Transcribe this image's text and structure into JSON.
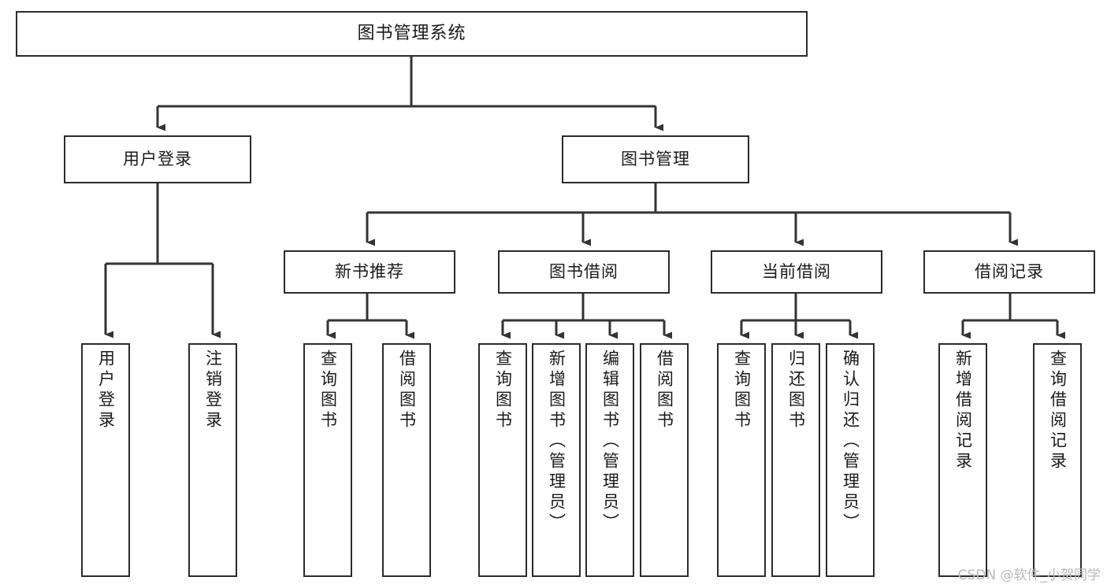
{
  "diagram": {
    "title": "图书管理系统",
    "type": "tree",
    "watermark": "CSDN @软件_小贺同学",
    "colors": {
      "box_border": "#2b2b2b",
      "box_fill": "#ffffff",
      "connector": "#333333",
      "text": "#1a1a1a",
      "watermark": "#b9b9b9",
      "background": "#ffffff"
    },
    "levels": {
      "root": {
        "label": "图书管理系统"
      },
      "level2": [
        {
          "label": "用户登录"
        },
        {
          "label": "图书管理"
        }
      ],
      "level3": [
        {
          "label": "新书推荐"
        },
        {
          "label": "图书借阅"
        },
        {
          "label": "当前借阅"
        },
        {
          "label": "借阅记录"
        }
      ],
      "leaves_user_login": [
        {
          "label": "用户登录"
        },
        {
          "label": "注销登录"
        }
      ],
      "leaves_new_books": [
        {
          "label": "查询图书"
        },
        {
          "label": "借阅图书"
        }
      ],
      "leaves_borrow": [
        {
          "label": "查询图书"
        },
        {
          "label": "新增图书（管理员）"
        },
        {
          "label": "编辑图书（管理员）"
        },
        {
          "label": "借阅图书"
        }
      ],
      "leaves_current": [
        {
          "label": "查询图书"
        },
        {
          "label": "归还图书"
        },
        {
          "label": "确认归还（管理员）"
        }
      ],
      "leaves_records": [
        {
          "label": "新增借阅记录"
        },
        {
          "label": "查询借阅记录"
        }
      ]
    }
  }
}
